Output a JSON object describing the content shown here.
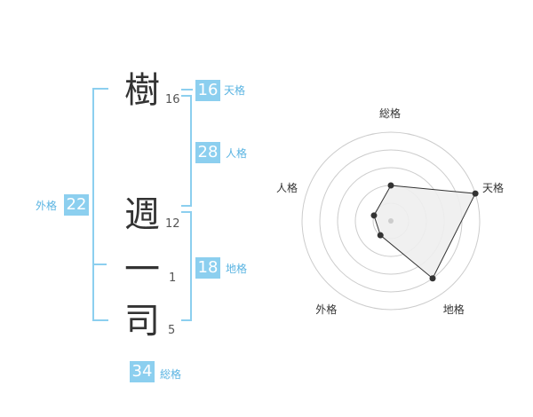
{
  "name_chars": [
    {
      "char": "樹",
      "strokes": "16"
    },
    {
      "char": "週",
      "strokes": "12"
    },
    {
      "char": "一",
      "strokes": "1"
    },
    {
      "char": "司",
      "strokes": "5"
    }
  ],
  "badges": {
    "tenkaku": {
      "value": "16",
      "label": "天格"
    },
    "jinkaku": {
      "value": "28",
      "label": "人格"
    },
    "chikaku": {
      "value": "18",
      "label": "地格"
    },
    "gaikaku": {
      "value": "22",
      "label": "外格"
    },
    "soukaku": {
      "value": "34",
      "label": "総格"
    }
  },
  "colors": {
    "accent": "#8ccfef",
    "accent_text": "#5ab4e2",
    "radar_fill": "#eeeeee",
    "radar_ring": "#cccccc"
  },
  "chart_data": {
    "type": "radar",
    "axes": [
      "総格",
      "天格",
      "地格",
      "外格",
      "人格"
    ],
    "values": [
      2,
      5,
      4,
      1,
      1
    ],
    "rings": 5,
    "max": 5
  }
}
